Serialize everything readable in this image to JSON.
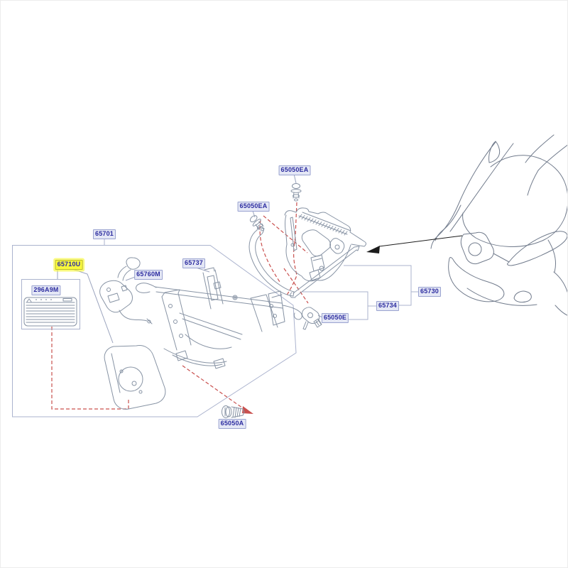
{
  "diagram": {
    "kind": "exploded-parts-diagram",
    "highlighted_part": "65710U"
  },
  "parts": [
    {
      "key": "65701",
      "label": "65701",
      "highlighted": false
    },
    {
      "key": "65710u",
      "label": "65710U",
      "highlighted": true
    },
    {
      "key": "296a9m",
      "label": "296A9M",
      "highlighted": false
    },
    {
      "key": "65760m",
      "label": "65760M",
      "highlighted": false
    },
    {
      "key": "65737",
      "label": "65737",
      "highlighted": false
    },
    {
      "key": "65050ea-top",
      "label": "65050EA",
      "highlighted": false
    },
    {
      "key": "65050ea-left",
      "label": "65050EA",
      "highlighted": false
    },
    {
      "key": "65730",
      "label": "65730",
      "highlighted": false
    },
    {
      "key": "65734",
      "label": "65734",
      "highlighted": false
    },
    {
      "key": "65050e",
      "label": "65050E",
      "highlighted": false
    },
    {
      "key": "65050a",
      "label": "65050A",
      "highlighted": false
    }
  ],
  "colors": {
    "label_text": "#2c2ca0",
    "label_background": "#e4e7f5",
    "label_border": "#9aa3d0",
    "highlight_background": "#f8f83c",
    "highlight_border": "#bdbd2e",
    "line_art": "#8793a4",
    "car_line": "#717b8c",
    "bracket_line": "#abb3ce",
    "leader_line": "#9aa3bd",
    "red_dash": "#c9504e",
    "arrow_black": "#1c1c1c",
    "background": "#ffffff"
  }
}
